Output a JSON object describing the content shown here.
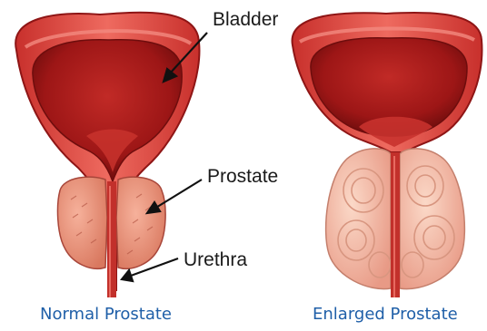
{
  "labels": {
    "bladder": "Bladder",
    "prostate": "Prostate",
    "urethra": "Urethra"
  },
  "captions": {
    "normal": "Normal Prostate",
    "enlarged": "Enlarged Prostate"
  },
  "colors": {
    "tissue_outer": "#e8504a",
    "tissue_dark": "#8e1515",
    "cavity": "#b31d1d",
    "inner_wall": "#d93a36",
    "prostate_normal": "#f2a08a",
    "prostate_enlarged": "#f5c2ad",
    "caption": "#1f5fa8"
  }
}
